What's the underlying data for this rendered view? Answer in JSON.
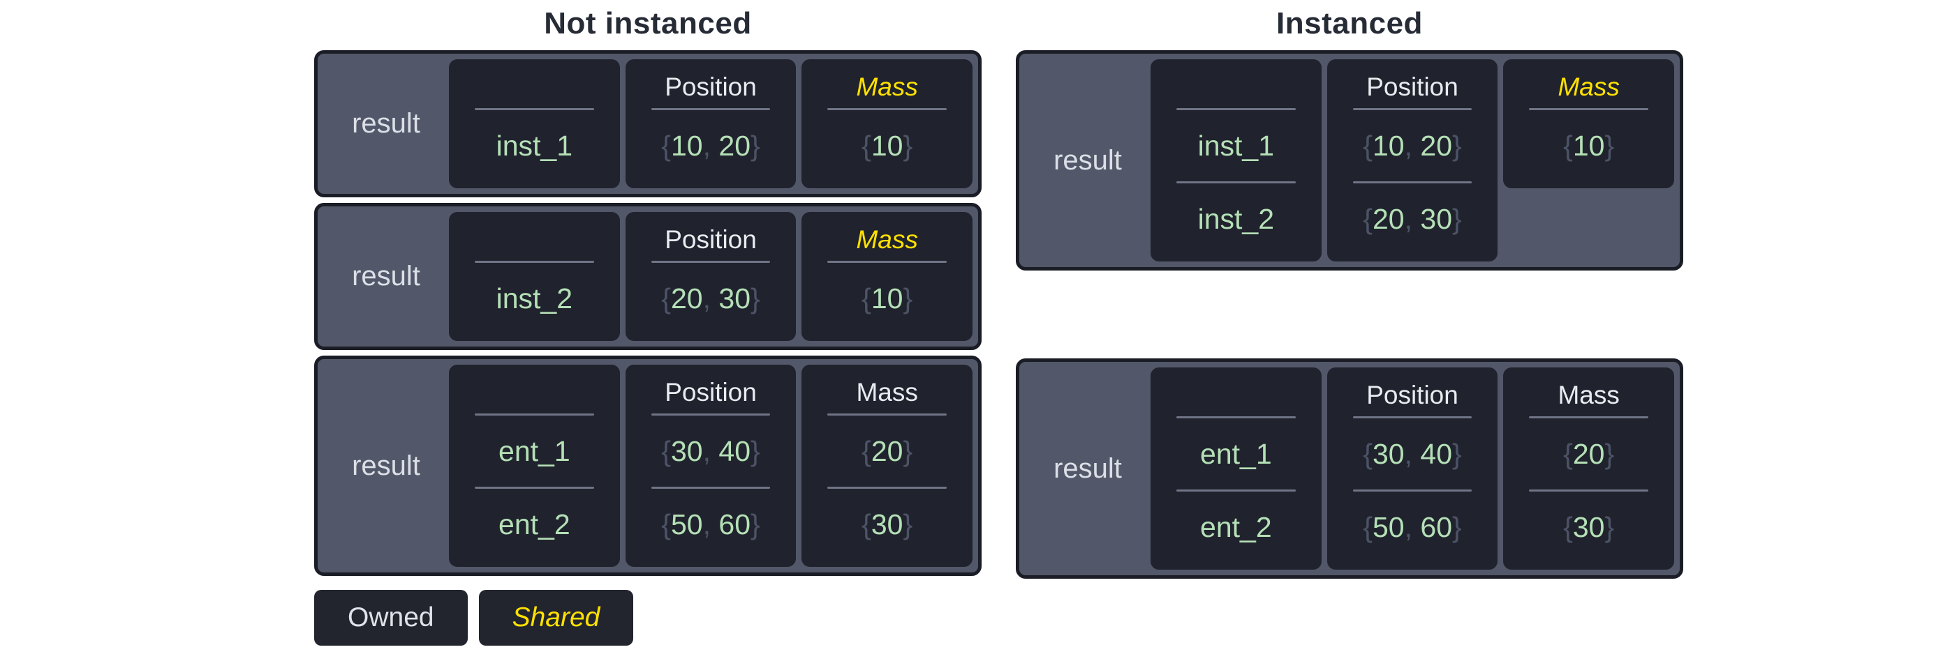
{
  "colors": {
    "background": "#ffffff",
    "title_text": "#262b36",
    "box_border": "#1a1d25",
    "box_fill": "#525869",
    "cell_fill": "#20232d",
    "divider": "#6f7486",
    "label_text": "#dcdfe7",
    "header_owned": "#e9ebf0",
    "header_shared": "#ffe100",
    "number_text": "#b5e0b7",
    "punct_text": "#4c5366",
    "legend_fill": "#22252e",
    "legend_owned_text": "#dfe2e9",
    "legend_shared_text": "#ffe100"
  },
  "sections": [
    {
      "title": "Not instanced",
      "boxes": [
        {
          "label": "result",
          "columns": [
            {
              "header": "",
              "style": "owned",
              "rows": [
                [
                  {
                    "t": "inst_1",
                    "k": "ident"
                  }
                ]
              ]
            },
            {
              "header": "Position",
              "style": "owned",
              "rows": [
                [
                  {
                    "t": "{",
                    "k": "punct"
                  },
                  {
                    "t": "10",
                    "k": "num"
                  },
                  {
                    "t": ", ",
                    "k": "punct"
                  },
                  {
                    "t": "20",
                    "k": "num"
                  },
                  {
                    "t": "}",
                    "k": "punct"
                  }
                ]
              ]
            },
            {
              "header": "Mass",
              "style": "shared",
              "rows": [
                [
                  {
                    "t": "{",
                    "k": "punct"
                  },
                  {
                    "t": "10",
                    "k": "num"
                  },
                  {
                    "t": "}",
                    "k": "punct"
                  }
                ]
              ]
            }
          ]
        },
        {
          "label": "result",
          "columns": [
            {
              "header": "",
              "style": "owned",
              "rows": [
                [
                  {
                    "t": "inst_2",
                    "k": "ident"
                  }
                ]
              ]
            },
            {
              "header": "Position",
              "style": "owned",
              "rows": [
                [
                  {
                    "t": "{",
                    "k": "punct"
                  },
                  {
                    "t": "20",
                    "k": "num"
                  },
                  {
                    "t": ", ",
                    "k": "punct"
                  },
                  {
                    "t": "30",
                    "k": "num"
                  },
                  {
                    "t": "}",
                    "k": "punct"
                  }
                ]
              ]
            },
            {
              "header": "Mass",
              "style": "shared",
              "rows": [
                [
                  {
                    "t": "{",
                    "k": "punct"
                  },
                  {
                    "t": "10",
                    "k": "num"
                  },
                  {
                    "t": "}",
                    "k": "punct"
                  }
                ]
              ]
            }
          ]
        },
        {
          "label": "result",
          "columns": [
            {
              "header": "",
              "style": "owned",
              "rows": [
                [
                  {
                    "t": "ent_1",
                    "k": "ident"
                  }
                ],
                [
                  {
                    "t": "ent_2",
                    "k": "ident"
                  }
                ]
              ]
            },
            {
              "header": "Position",
              "style": "owned",
              "rows": [
                [
                  {
                    "t": "{",
                    "k": "punct"
                  },
                  {
                    "t": "30",
                    "k": "num"
                  },
                  {
                    "t": ", ",
                    "k": "punct"
                  },
                  {
                    "t": "40",
                    "k": "num"
                  },
                  {
                    "t": "}",
                    "k": "punct"
                  }
                ],
                [
                  {
                    "t": "{",
                    "k": "punct"
                  },
                  {
                    "t": "50",
                    "k": "num"
                  },
                  {
                    "t": ", ",
                    "k": "punct"
                  },
                  {
                    "t": "60",
                    "k": "num"
                  },
                  {
                    "t": "}",
                    "k": "punct"
                  }
                ]
              ]
            },
            {
              "header": "Mass",
              "style": "owned",
              "rows": [
                [
                  {
                    "t": "{",
                    "k": "punct"
                  },
                  {
                    "t": "20",
                    "k": "num"
                  },
                  {
                    "t": "}",
                    "k": "punct"
                  }
                ],
                [
                  {
                    "t": "{",
                    "k": "punct"
                  },
                  {
                    "t": "30",
                    "k": "num"
                  },
                  {
                    "t": "}",
                    "k": "punct"
                  }
                ]
              ]
            }
          ]
        }
      ]
    },
    {
      "title": "Instanced",
      "boxes": [
        {
          "label": "result",
          "columns": [
            {
              "header": "",
              "style": "owned",
              "rows": [
                [
                  {
                    "t": "inst_1",
                    "k": "ident"
                  }
                ],
                [
                  {
                    "t": "inst_2",
                    "k": "ident"
                  }
                ]
              ]
            },
            {
              "header": "Position",
              "style": "owned",
              "rows": [
                [
                  {
                    "t": "{",
                    "k": "punct"
                  },
                  {
                    "t": "10",
                    "k": "num"
                  },
                  {
                    "t": ", ",
                    "k": "punct"
                  },
                  {
                    "t": "20",
                    "k": "num"
                  },
                  {
                    "t": "}",
                    "k": "punct"
                  }
                ],
                [
                  {
                    "t": "{",
                    "k": "punct"
                  },
                  {
                    "t": "20",
                    "k": "num"
                  },
                  {
                    "t": ", ",
                    "k": "punct"
                  },
                  {
                    "t": "30",
                    "k": "num"
                  },
                  {
                    "t": "}",
                    "k": "punct"
                  }
                ]
              ]
            },
            {
              "header": "Mass",
              "style": "shared",
              "short": true,
              "rows": [
                [
                  {
                    "t": "{",
                    "k": "punct"
                  },
                  {
                    "t": "10",
                    "k": "num"
                  },
                  {
                    "t": "}",
                    "k": "punct"
                  }
                ]
              ]
            }
          ]
        },
        {
          "label": "result",
          "columns": [
            {
              "header": "",
              "style": "owned",
              "rows": [
                [
                  {
                    "t": "ent_1",
                    "k": "ident"
                  }
                ],
                [
                  {
                    "t": "ent_2",
                    "k": "ident"
                  }
                ]
              ]
            },
            {
              "header": "Position",
              "style": "owned",
              "rows": [
                [
                  {
                    "t": "{",
                    "k": "punct"
                  },
                  {
                    "t": "30",
                    "k": "num"
                  },
                  {
                    "t": ", ",
                    "k": "punct"
                  },
                  {
                    "t": "40",
                    "k": "num"
                  },
                  {
                    "t": "}",
                    "k": "punct"
                  }
                ],
                [
                  {
                    "t": "{",
                    "k": "punct"
                  },
                  {
                    "t": "50",
                    "k": "num"
                  },
                  {
                    "t": ", ",
                    "k": "punct"
                  },
                  {
                    "t": "60",
                    "k": "num"
                  },
                  {
                    "t": "}",
                    "k": "punct"
                  }
                ]
              ]
            },
            {
              "header": "Mass",
              "style": "owned",
              "rows": [
                [
                  {
                    "t": "{",
                    "k": "punct"
                  },
                  {
                    "t": "20",
                    "k": "num"
                  },
                  {
                    "t": "}",
                    "k": "punct"
                  }
                ],
                [
                  {
                    "t": "{",
                    "k": "punct"
                  },
                  {
                    "t": "30",
                    "k": "num"
                  },
                  {
                    "t": "}",
                    "k": "punct"
                  }
                ]
              ]
            }
          ]
        }
      ]
    }
  ],
  "legend": {
    "items": [
      {
        "label": "Owned",
        "style": "owned"
      },
      {
        "label": "Shared",
        "style": "shared"
      }
    ]
  }
}
